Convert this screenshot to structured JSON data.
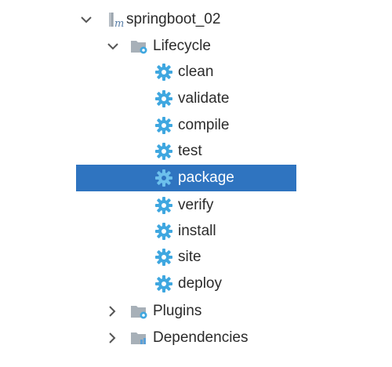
{
  "tree": {
    "project": {
      "label": "springboot_02",
      "icon": "maven-module-icon",
      "expanded": true
    },
    "lifecycle": {
      "label": "Lifecycle",
      "icon": "folder-gear-icon",
      "expanded": true,
      "phases": [
        {
          "label": "clean"
        },
        {
          "label": "validate"
        },
        {
          "label": "compile"
        },
        {
          "label": "test"
        },
        {
          "label": "package",
          "selected": true
        },
        {
          "label": "verify"
        },
        {
          "label": "install"
        },
        {
          "label": "site"
        },
        {
          "label": "deploy"
        }
      ]
    },
    "plugins": {
      "label": "Plugins",
      "icon": "folder-gear-icon",
      "expanded": false
    },
    "dependencies": {
      "label": "Dependencies",
      "icon": "folder-dependencies-icon",
      "expanded": false
    }
  },
  "colors": {
    "selection": "#2f74c0",
    "gear": "#3fa7e0",
    "folder": "#9aa4ad",
    "arrow": "#555555"
  }
}
